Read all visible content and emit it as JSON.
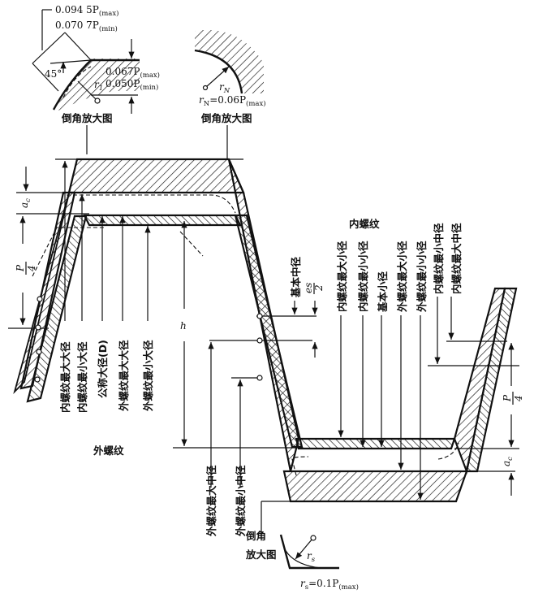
{
  "diagram": {
    "title": "Trapezoidal thread tolerance zone diagram",
    "section_labels": {
      "external_thread": "外螺纹",
      "internal_thread": "内螺纹"
    },
    "detail_views": {
      "chamfer_external": {
        "caption": "倒角放大图",
        "dim_width_max": "0.094 5P",
        "dim_width_max_sub": "(max)",
        "dim_width_min": "0.070 7P",
        "dim_width_min_sub": "(min)",
        "angle": "45°",
        "dim_height_max": "0.067P",
        "dim_height_max_sub": "(max)",
        "radius_symbol": "r",
        "radius_sub": "1",
        "dim_height_min": "0.050P",
        "dim_height_min_sub": "(min)"
      },
      "chamfer_internal": {
        "caption": "倒角放大图",
        "radius_symbol": "r",
        "radius_sub": "N",
        "formula": "=0.06P",
        "formula_sub": "(max)"
      },
      "chamfer_root": {
        "caption_line1": "倒角",
        "caption_line2": "放大图",
        "radius_symbol": "r",
        "radius_sub": "s",
        "formula": "=0.1P",
        "formula_sub": "(max)"
      }
    },
    "external_diameter_labels": [
      "内螺纹最大大径",
      "内螺纹最小大径",
      "公称大径(D)",
      "外螺纹最大大径",
      "外螺纹最小大径"
    ],
    "pitch_diameter_labels_external": [
      "外螺纹最大中径",
      "外螺纹最小中径"
    ],
    "basic_pitch": {
      "label": "基本中径",
      "es_symbol": "es",
      "es_den": "2"
    },
    "internal_minor_labels": [
      "内螺纹最大小径",
      "内螺纹最小小径",
      "基本小径",
      "外螺纹最大小径",
      "外螺纹最小小径"
    ],
    "internal_pitch_labels": [
      "内螺纹最小中径",
      "内螺纹最大中径"
    ],
    "dimensions": {
      "ac": "a",
      "ac_sub": "c",
      "p_num": "P",
      "p_den": "4",
      "h": "h"
    }
  }
}
